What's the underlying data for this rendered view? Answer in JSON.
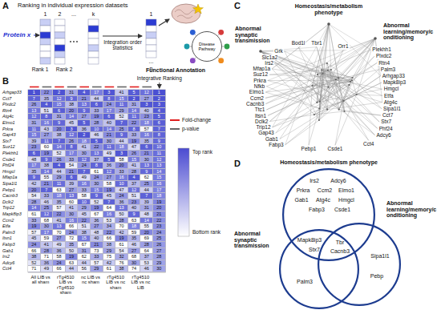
{
  "diagram": {
    "nodes": [
      {
        "text": [
          "Disease Pathway"
        ]
      },
      {
        "text": [
          "Homeostasis/metabolism phenotype"
        ]
      },
      {
        "text": [
          "Abnormal synaptic transmission"
        ]
      },
      {
        "text": [
          "Abnormal learning/memory/conditioning"
        ]
      }
    ],
    "labels": [
      "A",
      "Ranking in individual expression datasets",
      "1",
      "2",
      "...",
      "k",
      "Protein x",
      "Rank 1",
      "Rank 2",
      "Integration order statistics",
      "1",
      "...",
      "n",
      "Functional Annotation",
      "B",
      "Integrative Ranking",
      "All LIB vs all sham",
      "rTg4510 LIB vs rTg4510 sham",
      "nc LIB vs nc sham",
      "rTg4510 LIB vs nc sham",
      "rTg4510 LIB vs nc LIB",
      "Top rank",
      "Bottom rank",
      "Arhgap33",
      "1",
      "22",
      "2",
      "31",
      "4",
      "17",
      "3",
      "41",
      "5",
      "12",
      "1",
      "Cct7",
      "7",
      "35",
      "12",
      "9",
      "21",
      "44",
      "8",
      "15",
      "2",
      "27",
      "2",
      "Plxdc2",
      "26",
      "4",
      "15",
      "38",
      "13",
      "6",
      "24",
      "11",
      "31",
      "3",
      "3",
      "Rtn4",
      "13",
      "51",
      "6",
      "20",
      "9",
      "33",
      "17",
      "29",
      "14",
      "40",
      "4",
      "Atg4c",
      "12",
      "8",
      "31",
      "14",
      "27",
      "19",
      "6",
      "52",
      "11",
      "23",
      "5",
      "Elmo1",
      "31",
      "16",
      "9",
      "45",
      "5",
      "28",
      "40",
      "7",
      "22",
      "18",
      "6",
      "Prkra",
      "11",
      "43",
      "20",
      "3",
      "36",
      "10",
      "14",
      "25",
      "8",
      "57",
      "7",
      "Gap43",
      "15",
      "27",
      "38",
      "12",
      "2",
      "46",
      "21",
      "9",
      "33",
      "16",
      "8",
      "Stx7",
      "39",
      "11",
      "7",
      "26",
      "18",
      "5",
      "30",
      "44",
      "19",
      "35",
      "9",
      "Suz12",
      "23",
      "60",
      "14",
      "8",
      "41",
      "22",
      "11",
      "18",
      "47",
      "6",
      "10",
      "Plekhh1",
      "6",
      "19",
      "52",
      "17",
      "30",
      "13",
      "49",
      "3",
      "26",
      "21",
      "11",
      "Csde1",
      "48",
      "9",
      "26",
      "33",
      "12",
      "37",
      "5",
      "58",
      "15",
      "30",
      "12",
      "Phf24",
      "17",
      "38",
      "4",
      "54",
      "24",
      "8",
      "36",
      "20",
      "41",
      "13",
      "13",
      "Hmgcl",
      "35",
      "14",
      "44",
      "21",
      "7",
      "61",
      "12",
      "33",
      "28",
      "9",
      "14",
      "Mfap1a",
      "9",
      "55",
      "29",
      "6",
      "49",
      "24",
      "27",
      "16",
      "4",
      "62",
      "15",
      "Sipa1l1",
      "42",
      "21",
      "11",
      "39",
      "16",
      "30",
      "58",
      "10",
      "37",
      "25",
      "16",
      "Pebp1",
      "20",
      "7",
      "63",
      "27",
      "33",
      "15",
      "19",
      "47",
      "12",
      "44",
      "17",
      "Cacnb3",
      "54",
      "33",
      "18",
      "13",
      "58",
      "9",
      "45",
      "24",
      "51",
      "7",
      "18",
      "Dclk2",
      "28",
      "46",
      "35",
      "60",
      "10",
      "52",
      "7",
      "36",
      "23",
      "39",
      "19",
      "Trip12",
      "14",
      "25",
      "57",
      "41",
      "29",
      "19",
      "64",
      "13",
      "40",
      "31",
      "20",
      "Mapk8ip3",
      "61",
      "12",
      "22",
      "30",
      "45",
      "67",
      "16",
      "50",
      "9",
      "48",
      "21",
      "Ccm2",
      "33",
      "68",
      "41",
      "16",
      "22",
      "36",
      "53",
      "28",
      "63",
      "14",
      "22",
      "Etfa",
      "19",
      "30",
      "13",
      "66",
      "51",
      "27",
      "34",
      "70",
      "18",
      "55",
      "23",
      "Palm3",
      "57",
      "17",
      "70",
      "24",
      "38",
      "48",
      "22",
      "42",
      "59",
      "20",
      "24",
      "Itsn1",
      "45",
      "59",
      "27",
      "72",
      "15",
      "40",
      "66",
      "19",
      "35",
      "69",
      "25",
      "Fabp3",
      "24",
      "41",
      "49",
      "35",
      "67",
      "21",
      "38",
      "61",
      "46",
      "28",
      "26",
      "Gab1",
      "66",
      "28",
      "36",
      "50",
      "31",
      "73",
      "29",
      "54",
      "27",
      "64",
      "27",
      "Irs2",
      "38",
      "71",
      "58",
      "19",
      "62",
      "33",
      "75",
      "32",
      "68",
      "37",
      "28",
      "Adcy6",
      "52",
      "36",
      "24",
      "63",
      "44",
      "57",
      "42",
      "76",
      "30",
      "53",
      "29",
      "Cct4",
      "71",
      "49",
      "66",
      "44",
      "56",
      "29",
      "61",
      "38",
      "74",
      "46",
      "30",
      "C",
      "Homeostasis/metabolism phenotype",
      "Abnormal learning/memory/conditioning",
      "Abnormal synaptic transmission",
      "Bod1l",
      "Tbr1",
      "Orr1",
      "Grk",
      "Slc1a2",
      "Irs2",
      "Mfap1a",
      "Suz12",
      "Prkra",
      "Nfkb",
      "Elmo1",
      "Ccm2",
      "Cacnb3",
      "Ttc1",
      "Itsn1",
      "Dclk2",
      "Trip12",
      "Gap43",
      "Gab1",
      "Fabp3",
      "Plekhh1",
      "Plxdc2",
      "Rtn4",
      "Palm3",
      "Arhgap33",
      "Mapk8ip3",
      "Hmgcl",
      "Etfa",
      "Atg4c",
      "Sipa1l1",
      "Cct7",
      "Stx7",
      "Phf24",
      "Adcy6",
      "Cct4",
      "Csde1",
      "Pebp1",
      "D",
      "Irs2",
      "Adcy6",
      "Prkra",
      "Ccm2",
      "Elmo1",
      "Gab1",
      "Atg4c",
      "Hmgcl",
      "Fabp3",
      "Csde1",
      "Mapk8ip3",
      "Stx7",
      "Tbr",
      "Cacnb3",
      "Palm3",
      "Sipa1l1",
      "Pebp"
    ],
    "legend": [
      {
        "text": "Fold-change"
      },
      {
        "text": "p-value"
      }
    ]
  }
}
